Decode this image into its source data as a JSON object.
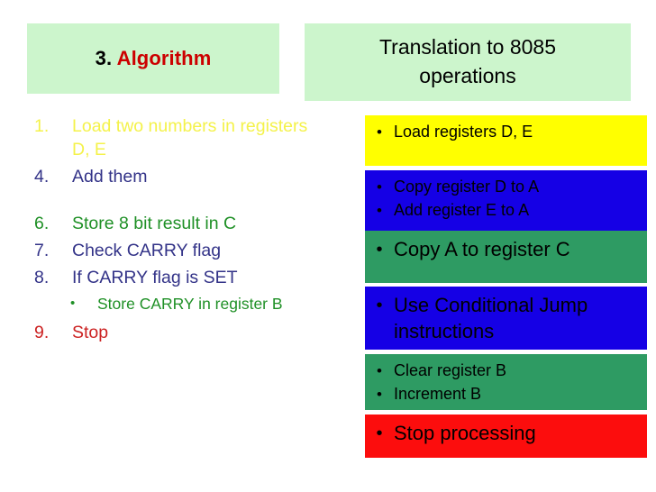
{
  "slide": {
    "background_color": "#ffffff",
    "header_box_color": "#ccf5cc"
  },
  "headers": {
    "left": {
      "number": "3.",
      "number_color": "#000000",
      "word": "Algorithm",
      "word_color": "#cc0000"
    },
    "right": {
      "line1": "Translation to 8085",
      "line2": "operations",
      "color": "#000000"
    }
  },
  "algorithm_steps": [
    {
      "marker": "1.",
      "text": "Load two numbers in registers D, E",
      "color": "#f4f24a",
      "level": 1
    },
    {
      "marker": "4.",
      "text": "Add them",
      "color": "#333388",
      "level": 1
    },
    {
      "marker": "6.",
      "text": "Store 8 bit result in C",
      "color": "#1f9026",
      "level": 1
    },
    {
      "marker": "7.",
      "text": "Check CARRY flag",
      "color": "#333388",
      "level": 1
    },
    {
      "marker": "8.",
      "text": "If CARRY flag is SET",
      "color": "#333388",
      "level": 1
    },
    {
      "marker": "•",
      "text": "Store CARRY in register B",
      "color": "#1f9026",
      "level": 2
    },
    {
      "marker": "9.",
      "text": "Stop",
      "color": "#cc2222",
      "level": 1
    }
  ],
  "operation_bands": [
    {
      "background": "#ffff00",
      "text_color": "#000000",
      "size": "small",
      "items": [
        "Load registers D, E"
      ]
    },
    {
      "background": "#1500e5",
      "text_color": "#000000",
      "size": "small",
      "items": [
        "Copy register D to A",
        "Add register E to A"
      ]
    },
    {
      "background": "#2e9b63",
      "text_color": "#000000",
      "size": "large",
      "items": [
        "Copy A to register C"
      ]
    },
    {
      "background": "#1500e5",
      "text_color": "#000000",
      "size": "large",
      "items": [
        "Use Conditional Jump instructions"
      ]
    },
    {
      "background": "#2e9b63",
      "text_color": "#000000",
      "size": "small",
      "items": [
        "Clear register B",
        "Increment B"
      ]
    },
    {
      "background": "#fc0d0d",
      "text_color": "#000000",
      "size": "large",
      "items": [
        "Stop processing"
      ]
    }
  ],
  "bullet_glyph": "•"
}
